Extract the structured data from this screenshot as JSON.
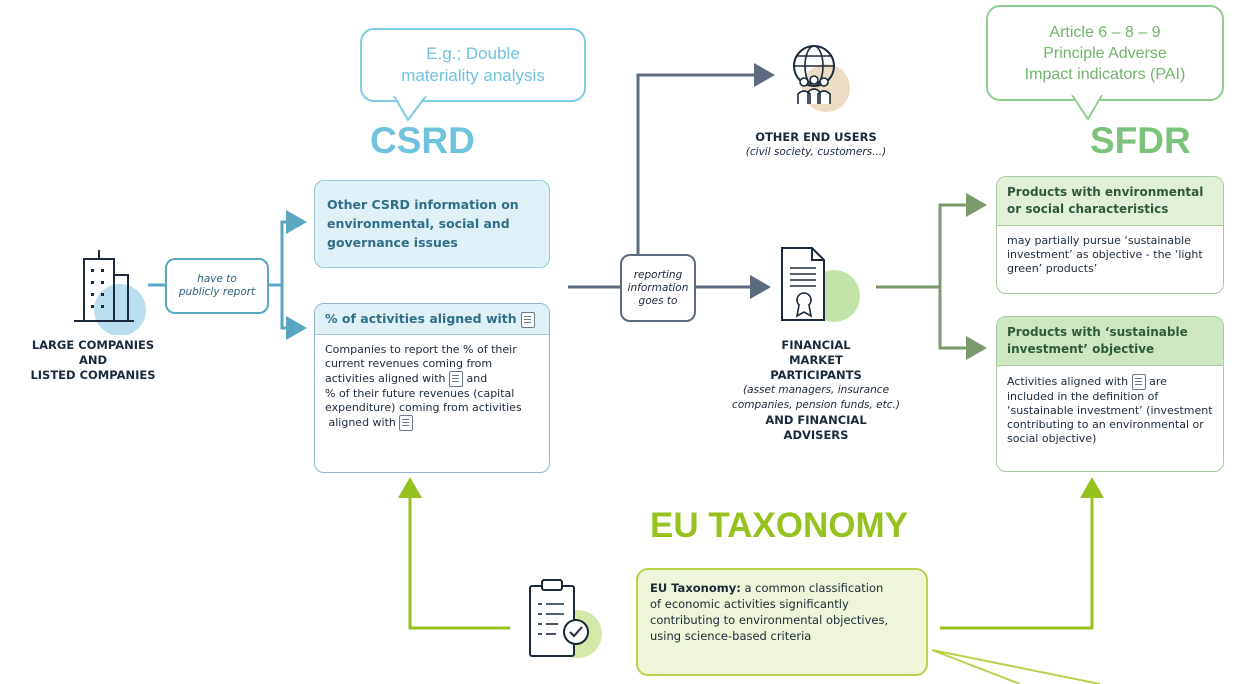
{
  "csrd": {
    "title": "CSRD",
    "bubble_line1": "E.g.; Double",
    "bubble_line2": "materiality analysis",
    "other_info": {
      "line1": "Other CSRD information on",
      "line2": "environmental, social and",
      "line3": "governance issues"
    },
    "activities_box": {
      "header": "% of activities aligned with",
      "line1": "Companies to report the % of their",
      "line2": "current revenues coming from",
      "line3": "activities aligned with",
      "line3b": "and",
      "line4": "% of their future revenues (capital",
      "line5": "expenditure) coming from activities",
      "line6": "aligned with"
    }
  },
  "sfdr": {
    "title": "SFDR",
    "bubble_line1": "Article 6 – 8 – 9",
    "bubble_line2": "Principle Adverse",
    "bubble_line3": "Impact indicators (PAI)",
    "light_green": {
      "header_line1": "Products with environmental",
      "header_line2": "or social characteristics",
      "line1": "may partially pursue ‘sustainable",
      "line2": "investment’ as objective - the ‘light",
      "line3": "green’ products’"
    },
    "dark_green": {
      "header_line1": "Products with ‘sustainable",
      "header_line2": "investment’ objective",
      "line1a": "Activities aligned with",
      "line1b": "are",
      "line2": "included in the definition of",
      "line3": "‘sustainable investment’ (investment",
      "line4": "contributing to an environmental or",
      "line5": "social objective)"
    }
  },
  "companies": {
    "line1": "LARGE COMPANIES",
    "line2": "AND",
    "line3": "LISTED COMPANIES"
  },
  "have_to": {
    "line1": "have to",
    "line2": "publicly report"
  },
  "reporting": {
    "line1": "reporting",
    "line2": "information",
    "line3": "goes to"
  },
  "end_users": {
    "title": "OTHER END USERS",
    "sub": "(civil society, customers...)"
  },
  "fmp": {
    "line1": "FINANCIAL",
    "line2": "MARKET",
    "line3": "PARTICIPANTS",
    "sub1": "(asset managers, insurance",
    "sub2": "companies, pension funds, etc.)",
    "line4": "AND FINANCIAL",
    "line5": "ADVISERS"
  },
  "taxonomy": {
    "title": "EU TAXONOMY",
    "bold": "EU Taxonomy:",
    "line1": "a common classification",
    "line2": "of economic activities significantly",
    "line3": "contributing to environmental objectives,",
    "line4": "using science-based criteria"
  },
  "colors": {
    "csrd": "#6fc3df",
    "sfdr": "#7cc27a",
    "taxonomy": "#96c11f",
    "arrow_blue": "#5aa7c4",
    "arrow_green": "#7aa86a"
  },
  "icons": [
    "building-icon",
    "globe-people-icon",
    "certificate-document-icon",
    "clipboard-check-icon"
  ]
}
